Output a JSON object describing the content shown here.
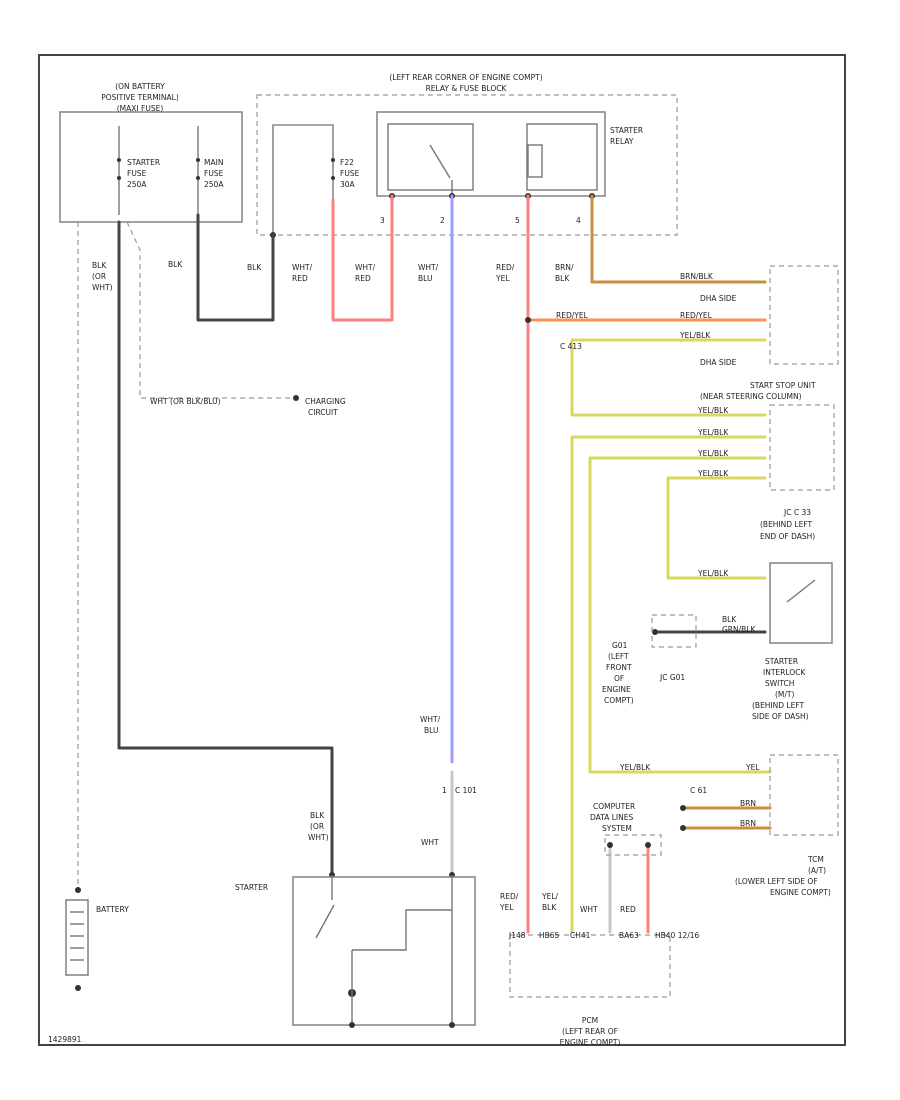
{
  "colors": {
    "frame": "#444444",
    "box": "#8a8a8a",
    "wire_black": "#444444",
    "wire_red": "#ff8080",
    "wire_blue": "#9c9cff",
    "wire_yellow": "#d8d860",
    "wire_white": "#c8c8c8",
    "wire_brown": "#c89040",
    "wire_orange": "#ff9050"
  },
  "components": {
    "battery_terminal": [
      "(ON BATTERY",
      "POSITIVE TERMINAL)",
      "(MAXI FUSE)"
    ],
    "starter_fuse": [
      "STARTER",
      "FUSE",
      "250A"
    ],
    "main_fuse": [
      "MAIN",
      "FUSE",
      "250A"
    ],
    "relay_box": [
      "(LEFT REAR CORNER OF ENGINE COMPT)",
      "RELAY & FUSE BLOCK"
    ],
    "f22_fuse": [
      "F22",
      "FUSE",
      "30A"
    ],
    "starter_relay": [
      "STARTER",
      "RELAY"
    ],
    "relay_pins": [
      "3",
      "2",
      "5",
      "4"
    ],
    "dash_side_1": "DHA SIDE",
    "dash_side_2": "DHA SIDE",
    "conn_c413": "C 413",
    "start_stop_unit": [
      "START STOP UNIT",
      "(NEAR STEERING COLUMN)"
    ],
    "jc_c33": [
      "JC C 33",
      "(BEHIND LEFT",
      "END OF DASH)"
    ],
    "jc_g01_ground": [
      "G01",
      "(LEFT",
      "FRONT",
      "OF",
      "ENGINE",
      "COMPT)"
    ],
    "jc_g01": "JC G01",
    "starter_interlock": [
      "STARTER",
      "INTERLOCK",
      "SWITCH",
      "(M/T)",
      "(BEHIND LEFT",
      "SIDE OF DASH)"
    ],
    "charging_circuit": [
      "CHARGING",
      "CIRCUIT"
    ],
    "conn_c101": "C 101",
    "conn_c101_pin": "1",
    "conn_c61": "C 61",
    "computer_data_lines": [
      "COMPUTER",
      "DATA LINES",
      "SYSTEM"
    ],
    "tcm": [
      "TCM",
      "(A/T)",
      "(LOWER LEFT SIDE OF",
      "ENGINE COMPT)"
    ],
    "starter": "STARTER",
    "battery": "BATTERY",
    "pcm": [
      "PCM",
      "(LEFT REAR OF",
      "ENGINE COMPT)"
    ],
    "pcm_pins": [
      "J148",
      "HB65",
      "CH41",
      "BA63",
      "HB40 12/16"
    ],
    "figure_id": "1429891"
  },
  "wire_labels": {
    "blk_or_wht_top": [
      "BLK",
      "(OR",
      "WHT)"
    ],
    "blk_1": "BLK",
    "blk_2": "BLK",
    "wht_red_1": [
      "WHT/",
      "RED"
    ],
    "wht_red_2": [
      "WHT/",
      "RED"
    ],
    "wht_blu_top": [
      "WHT/",
      "BLU"
    ],
    "red_yel_top": [
      "RED/",
      "YEL"
    ],
    "brn_blk": [
      "BRN/",
      "BLK"
    ],
    "wht_or_blk_blu": "WHT (OR BLK/BLU)",
    "wht_blu_mid": [
      "WHT/",
      "BLU"
    ],
    "wht_bottom": "WHT",
    "blk_or_wht_bottom": [
      "BLK",
      "(OR",
      "WHT)"
    ],
    "red_yel_bottom": [
      "RED/",
      "YEL"
    ],
    "yel_blk_bottom": [
      "YEL/",
      "BLK"
    ],
    "wht_pcm": "WHT",
    "red_pcm": "RED",
    "brn_blk_h": "BRN/BLK",
    "red_yel_h1": "RED/YEL",
    "red_yel_h2": "RED/YEL",
    "yel_blk_h": "YEL/BLK",
    "yel_blk_1": "YEL/BLK",
    "yel_blk_2": "YEL/BLK",
    "yel_blk_3": "YEL/BLK",
    "yel_blk_4": "YEL/BLK",
    "yel_blk_5": "YEL/BLK",
    "blk_g": "BLK",
    "grn_blk": "GRN/BLK",
    "yel_blk_c": "YEL/BLK",
    "yel": "YEL",
    "brn_1": "BRN",
    "brn_2": "BRN"
  }
}
